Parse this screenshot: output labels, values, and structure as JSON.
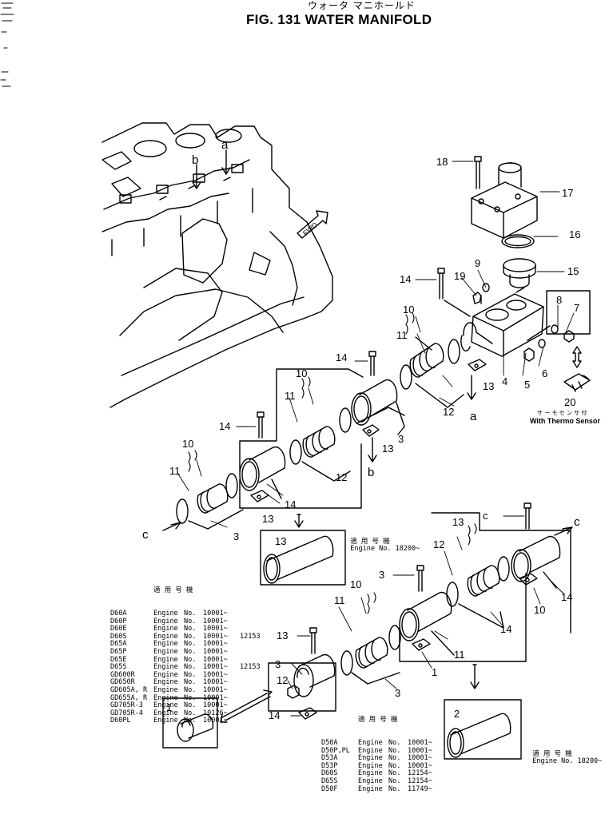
{
  "header": {
    "jp_title": "ウォータ マニホールド",
    "title": "FIG. 131  WATER MANIFOLD"
  },
  "callouts": [
    "18",
    "17",
    "16",
    "15",
    "14",
    "19",
    "9",
    "8",
    "7",
    "10",
    "11",
    "14",
    "6",
    "5",
    "4",
    "13",
    "12",
    "10",
    "11",
    "13",
    "20",
    "14",
    "3",
    "10",
    "11",
    "13",
    "12",
    "14",
    "3",
    "c",
    "13",
    "12",
    "14",
    "10",
    "11",
    "3",
    "10",
    "11",
    "14",
    "13",
    "3",
    "12",
    "14",
    "1",
    "2",
    "13",
    "1",
    "3"
  ],
  "letters": {
    "a": "a",
    "b": "b",
    "c": "c"
  },
  "fwd_label": "FWD",
  "thermo_sensor": {
    "jp": "サ ー モ  セ ン サ 付",
    "en": "With Thermo Sensor"
  },
  "applicable_header_jp": "適 用 号 機",
  "left_table": {
    "rows": [
      [
        "D60A",
        "Engine",
        "No.",
        "10001~",
        ""
      ],
      [
        "D60P",
        "Engine",
        "No.",
        "10001~",
        ""
      ],
      [
        "D60E",
        "Engine",
        "No.",
        "10001~",
        ""
      ],
      [
        "D60S",
        "Engine",
        "No.",
        "10001~",
        "12153"
      ],
      [
        "D65A",
        "Engine",
        "No.",
        "10001~",
        ""
      ],
      [
        "D65P",
        "Engine",
        "No.",
        "10001~",
        ""
      ],
      [
        "D65E",
        "Engine",
        "No.",
        "10001~",
        ""
      ],
      [
        "D65S",
        "Engine",
        "No.",
        "10001~",
        "12153"
      ],
      [
        "GD600R",
        "Engine",
        "No.",
        "10001~",
        ""
      ],
      [
        "GD650R",
        "Engine",
        "No.",
        "10001~",
        ""
      ],
      [
        "GD605A, R",
        "Engine",
        "No.",
        "10001~",
        ""
      ],
      [
        "GD655A, R",
        "Engine",
        "No.",
        "10001~",
        ""
      ],
      [
        "GD705R-3",
        "Engine",
        "No.",
        "10001~",
        ""
      ],
      [
        "GD705R-4",
        "Engine",
        "No.",
        "10126~",
        ""
      ],
      [
        "D60PL",
        "Engine",
        "No.",
        "10001~",
        ""
      ]
    ]
  },
  "right_table": {
    "rows": [
      [
        "D50A",
        "Engine",
        "No.",
        "10001~"
      ],
      [
        "D50P,PL",
        "Engine",
        "No.",
        "10001~"
      ],
      [
        "D53A",
        "Engine",
        "No.",
        "10001~"
      ],
      [
        "D53P",
        "Engine",
        "No.",
        "10001~"
      ],
      [
        "D60S",
        "Engine",
        "No.",
        "12154~"
      ],
      [
        "D65S",
        "Engine",
        "No.",
        "12154~"
      ],
      [
        "D50F",
        "Engine",
        "No.",
        "11749~"
      ]
    ]
  },
  "note_top": {
    "jp": "適 用 号 機",
    "en": "Engine No. 18200~"
  },
  "note_bottom": {
    "jp": "適 用 号 機",
    "en": "Engine No. 18200~"
  }
}
